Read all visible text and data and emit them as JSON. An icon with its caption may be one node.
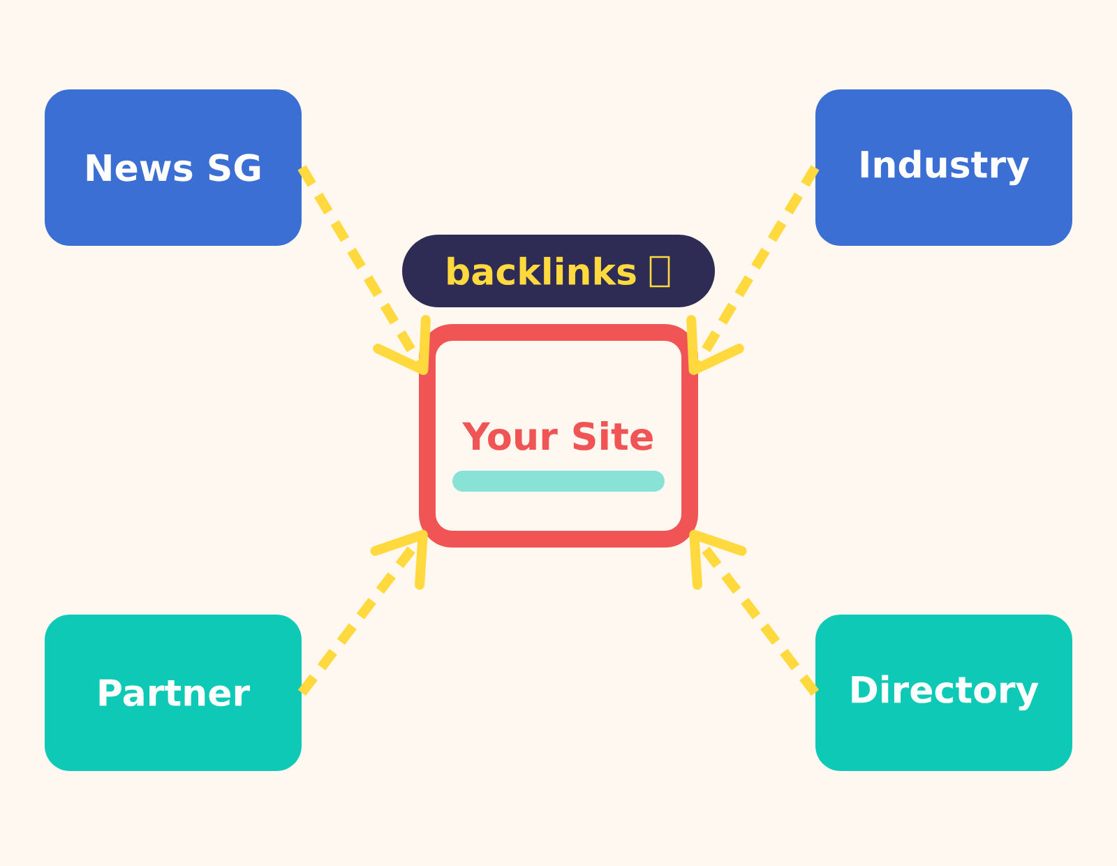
{
  "diagram": {
    "nodes": [
      {
        "text": [
          "News SG"
        ]
      },
      {
        "text": [
          "Industry"
        ]
      },
      {
        "text": [
          "backlinks"
        ]
      },
      {
        "text": [
          "Your Site"
        ]
      },
      {
        "text": [
          "Partner"
        ]
      },
      {
        "text": [
          "Directory"
        ]
      }
    ],
    "edges": [
      {
        "from": 0,
        "to": 3,
        "arrow": "to",
        "style": "dashed"
      },
      {
        "from": 1,
        "to": 3,
        "arrow": "to",
        "style": "dashed"
      },
      {
        "from": 4,
        "to": 3,
        "arrow": "to",
        "style": "dashed"
      },
      {
        "from": 5,
        "to": 3,
        "arrow": "to",
        "style": "dashed"
      }
    ]
  }
}
